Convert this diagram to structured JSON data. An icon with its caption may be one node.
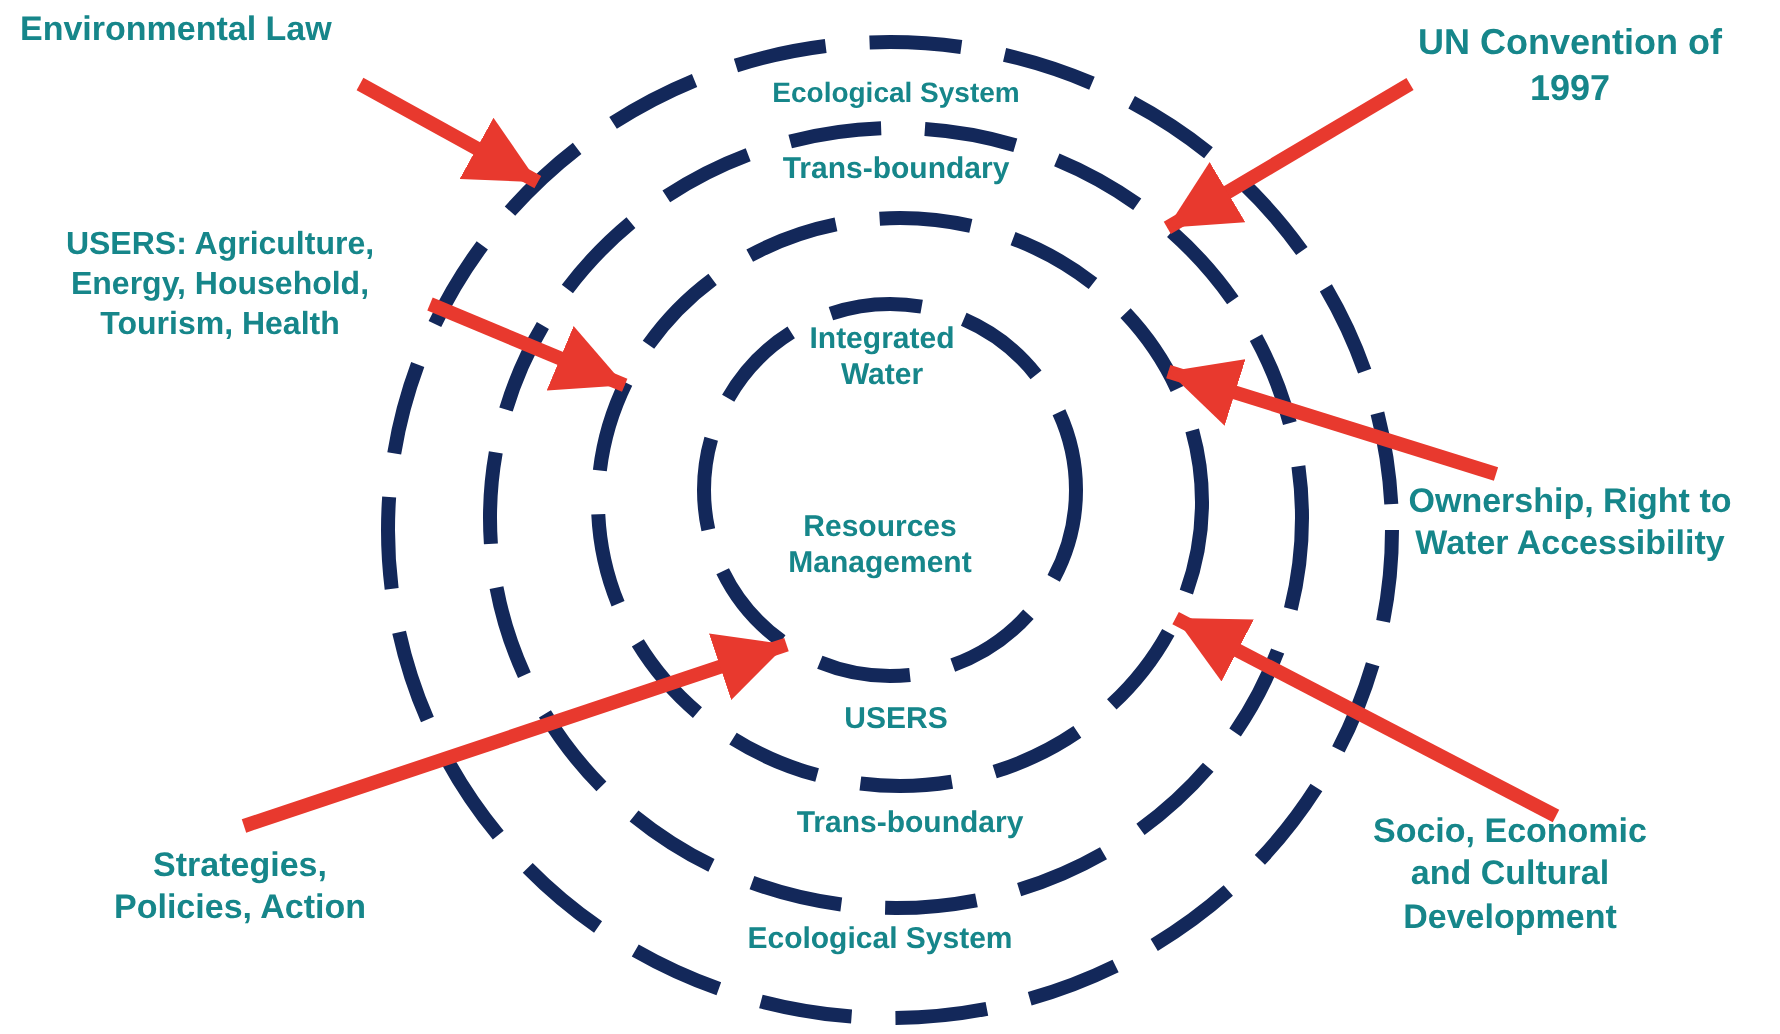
{
  "diagram": {
    "nodes": [
      {
        "text": [
          "Ecological System",
          "Ecological System"
        ]
      },
      {
        "text": [
          "Trans-boundary",
          "Trans-boundary"
        ],
        "in": 0
      },
      {
        "text": [
          "USERS"
        ],
        "in": 1
      },
      {
        "text": [
          "Integrated Water",
          "Resources Management"
        ],
        "in": 2
      },
      {
        "text": [
          "Environmental Law"
        ]
      },
      {
        "text": [
          "UN Convention of 1997"
        ]
      },
      {
        "text": [
          "USERS: Agriculture, Energy, Household, Tourism, Health"
        ]
      },
      {
        "text": [
          "Ownership, Right to Water Accessibility"
        ]
      },
      {
        "text": [
          "Strategies, Policies, Action"
        ]
      },
      {
        "text": [
          "Socio, Economic and Cultural Development"
        ]
      }
    ],
    "edges": [
      {
        "from": 4,
        "to": 0,
        "arrow": "to"
      },
      {
        "from": 5,
        "to": 1,
        "arrow": "to"
      },
      {
        "from": 6,
        "to": 2,
        "arrow": "to"
      },
      {
        "from": 7,
        "to": 2,
        "arrow": "to"
      },
      {
        "from": 8,
        "to": 3,
        "arrow": "to"
      },
      {
        "from": 9,
        "to": 2,
        "arrow": "to"
      }
    ]
  }
}
